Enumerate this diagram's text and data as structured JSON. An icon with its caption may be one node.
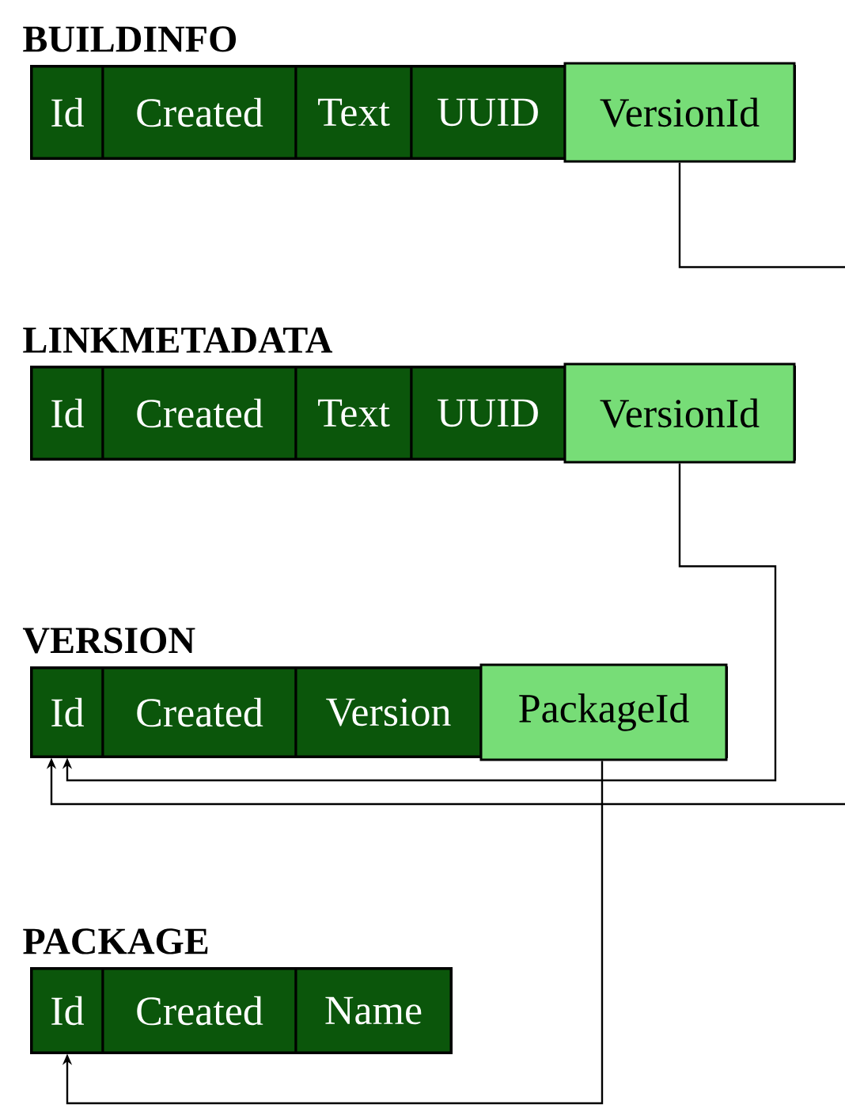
{
  "diagram": {
    "nodes": [
      {
        "text": [
          "BUILDINFO"
        ]
      },
      {
        "text": [
          "Id"
        ],
        "in": 0
      },
      {
        "text": [
          "Created"
        ],
        "in": 0
      },
      {
        "text": [
          "Text"
        ],
        "in": 0
      },
      {
        "text": [
          "UUID"
        ],
        "in": 0
      },
      {
        "text": [
          "VersionId"
        ],
        "in": 0
      },
      {
        "text": [
          "LINKMETADATA"
        ]
      },
      {
        "text": [
          "Id"
        ],
        "in": 6
      },
      {
        "text": [
          "Created"
        ],
        "in": 6
      },
      {
        "text": [
          "Text"
        ],
        "in": 6
      },
      {
        "text": [
          "UUID"
        ],
        "in": 6
      },
      {
        "text": [
          "VersionId"
        ],
        "in": 6
      },
      {
        "text": [
          "VERSION"
        ]
      },
      {
        "text": [
          "Id"
        ],
        "in": 12
      },
      {
        "text": [
          "Created"
        ],
        "in": 12
      },
      {
        "text": [
          "Version"
        ],
        "in": 12
      },
      {
        "text": [
          "PackageId"
        ],
        "in": 12
      },
      {
        "text": [
          "PACKAGE"
        ]
      },
      {
        "text": [
          "Id"
        ],
        "in": 17
      },
      {
        "text": [
          "Created"
        ],
        "in": 17
      },
      {
        "text": [
          "Name"
        ],
        "in": 17
      }
    ],
    "edges": [
      {
        "from": 5,
        "to": 13,
        "arrow": "to"
      },
      {
        "from": 11,
        "to": 13,
        "arrow": "to"
      },
      {
        "from": 16,
        "to": 18,
        "arrow": "to"
      }
    ]
  }
}
